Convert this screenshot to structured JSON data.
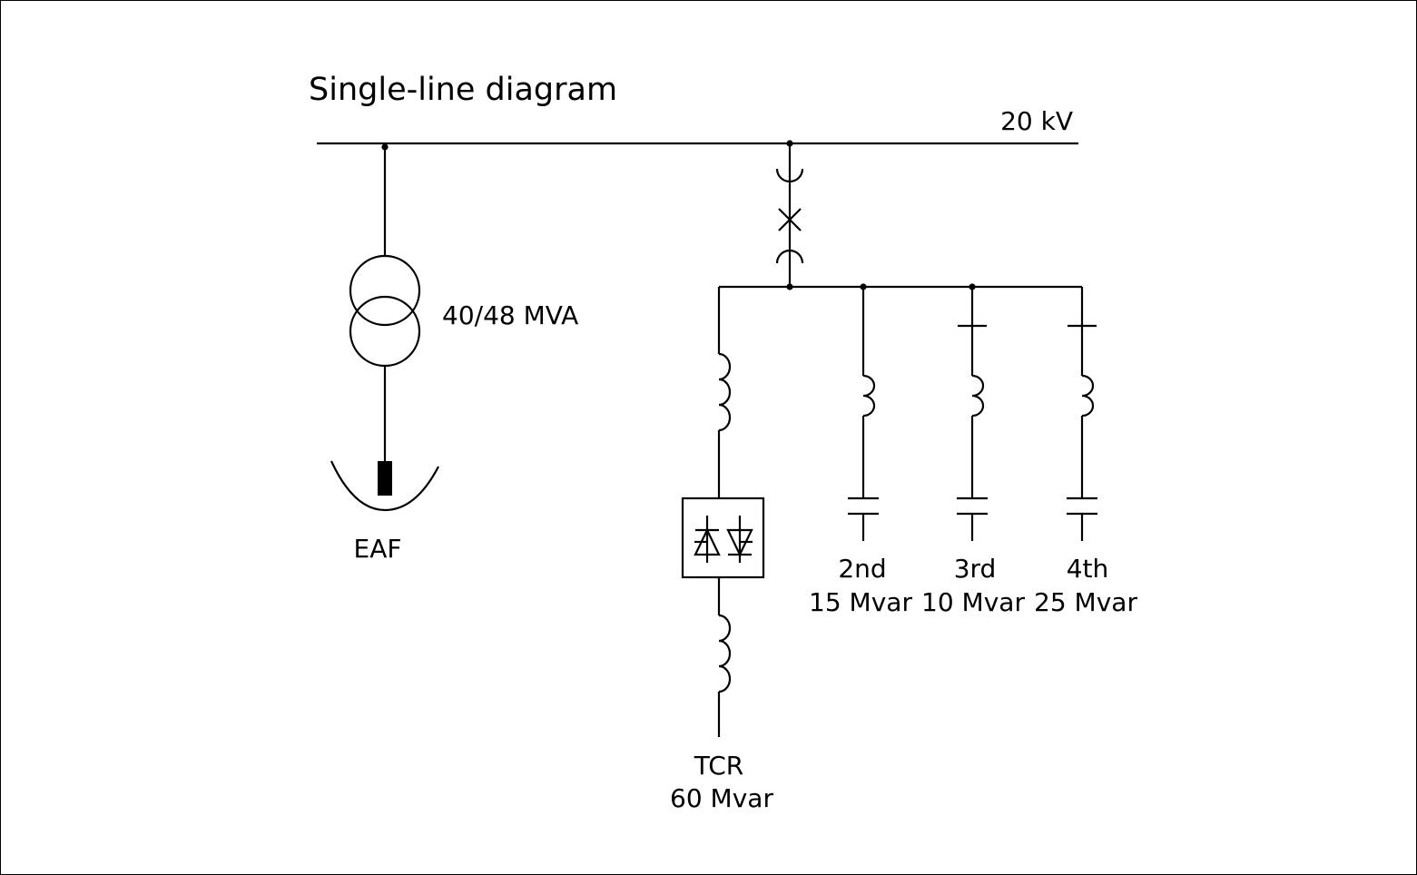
{
  "title": "Single-line diagram",
  "bus": {
    "voltage": "20 kV"
  },
  "transformer": {
    "rating": "40/48 MVA"
  },
  "furnace": {
    "label": "EAF"
  },
  "tcr": {
    "name": "TCR",
    "rating": "60 Mvar"
  },
  "filters": [
    {
      "order": "2nd",
      "rating": "15 Mvar"
    },
    {
      "order": "3rd",
      "rating": "10 Mvar"
    },
    {
      "order": "4th",
      "rating": "25 Mvar"
    }
  ],
  "colors": {
    "line": "#000000",
    "background": "#ffffff"
  }
}
